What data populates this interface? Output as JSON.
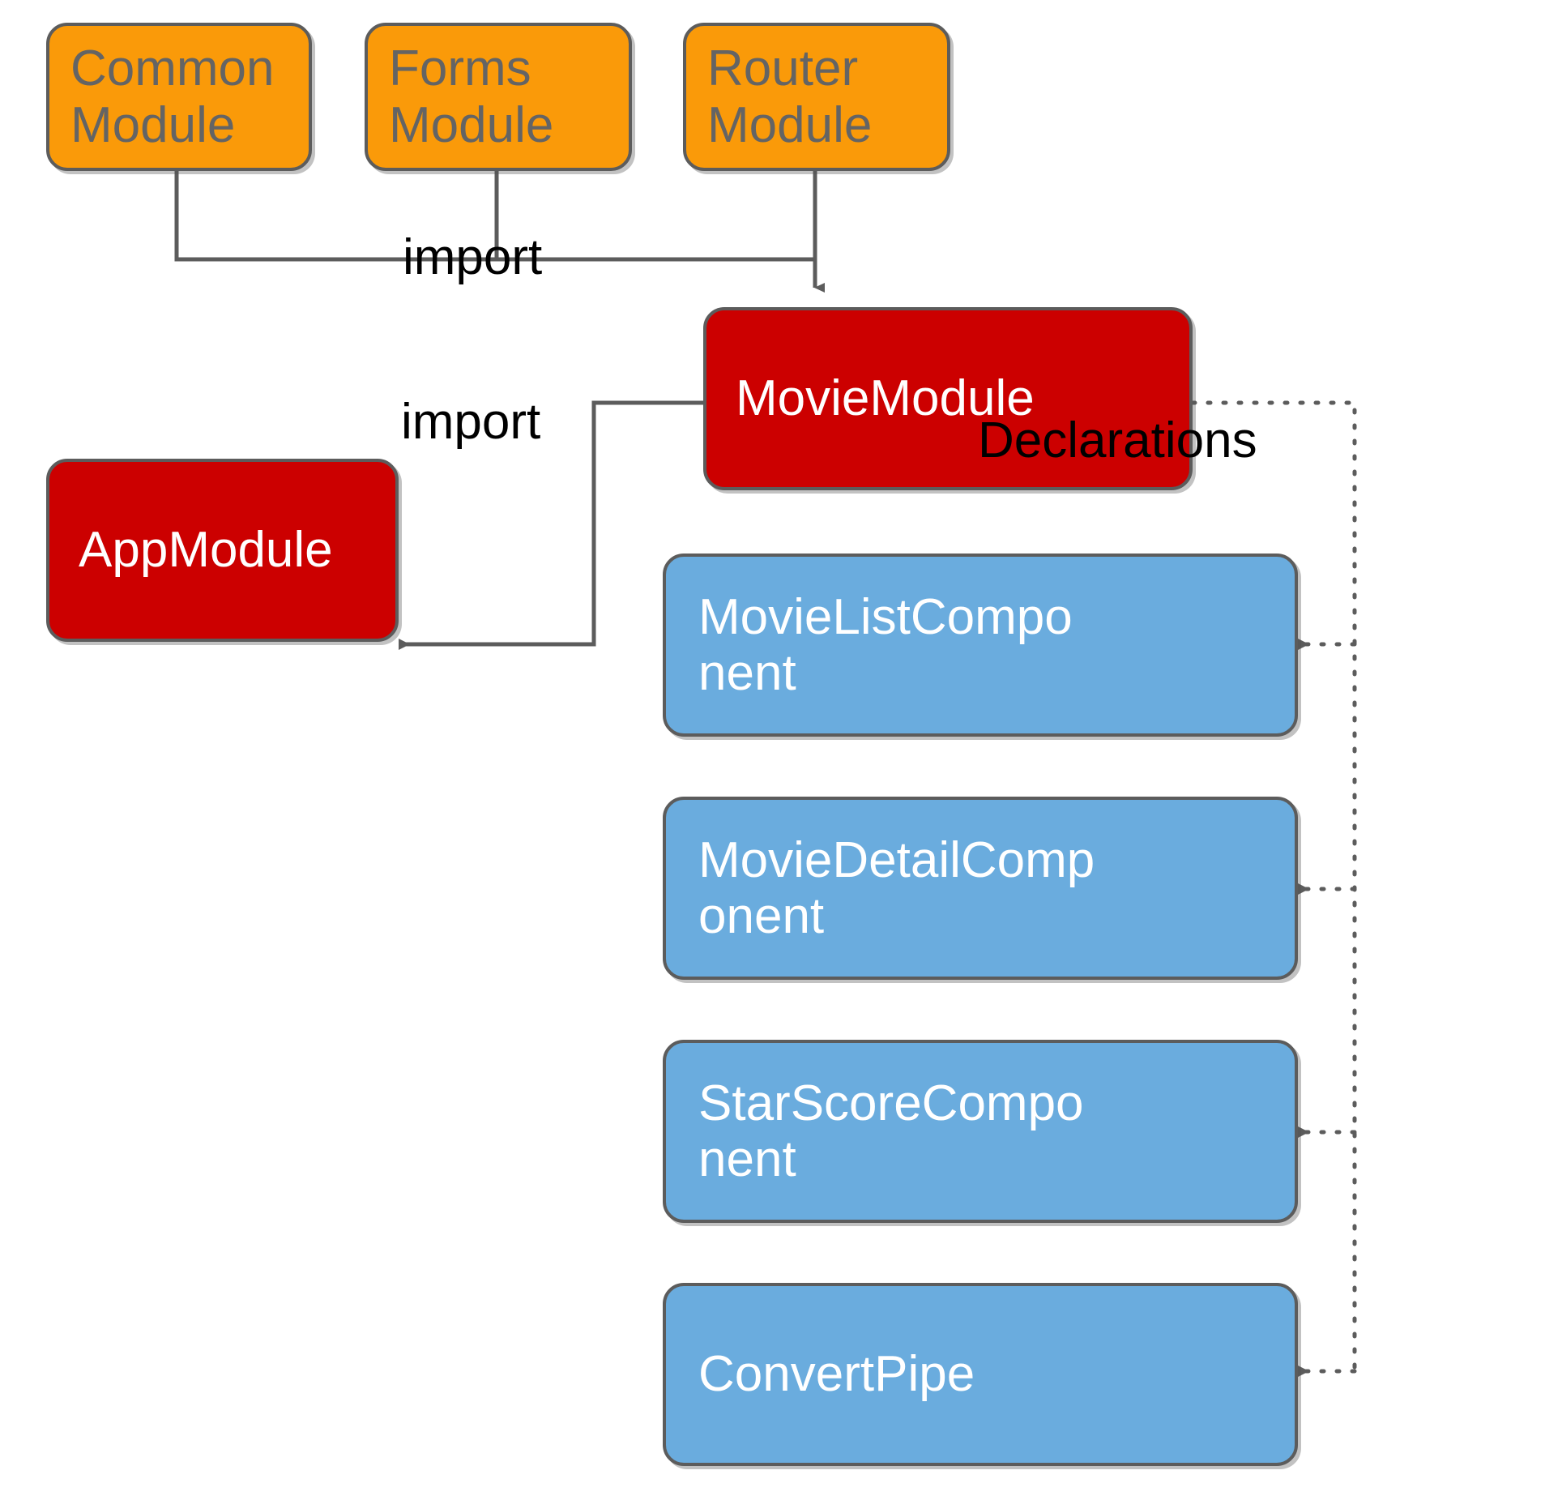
{
  "diagram": {
    "title": "Angular MovieModule architecture",
    "colors": {
      "module_orange": "#FA9A09",
      "module_red": "#CC0000",
      "component_blue": "#6AACDE",
      "border_gray": "#5C5C5C",
      "edge_gray": "#5C5C5C",
      "text_gray": "#646464",
      "text_white": "#FFFFFF",
      "text_black": "#000000",
      "background": "#FFFFFF"
    },
    "nodes": [
      {
        "id": "common-module",
        "label": "Common\nModule",
        "kind": "external-module",
        "color": "#FA9A09"
      },
      {
        "id": "forms-module",
        "label": "Forms\nModule",
        "kind": "external-module",
        "color": "#FA9A09"
      },
      {
        "id": "router-module",
        "label": "Router\nModule",
        "kind": "external-module",
        "color": "#FA9A09"
      },
      {
        "id": "movie-module",
        "label": "MovieModule",
        "kind": "feature-module",
        "color": "#CC0000"
      },
      {
        "id": "app-module",
        "label": "AppModule",
        "kind": "root-module",
        "color": "#CC0000"
      },
      {
        "id": "movie-list-component",
        "label": "MovieListCompo\nnent",
        "kind": "component",
        "color": "#6AACDE"
      },
      {
        "id": "movie-detail-component",
        "label": "MovieDetailComp\nonent",
        "kind": "component",
        "color": "#6AACDE"
      },
      {
        "id": "star-score-component",
        "label": "StarScoreCompo\nnent",
        "kind": "component",
        "color": "#6AACDE"
      },
      {
        "id": "convert-pipe",
        "label": "ConvertPipe",
        "kind": "pipe",
        "color": "#6AACDE"
      }
    ],
    "edges": [
      {
        "id": "import-into-moviemodule",
        "label": "import",
        "from": [
          "common-module",
          "forms-module",
          "router-module"
        ],
        "to": "movie-module",
        "style": "solid",
        "arrow": "filled"
      },
      {
        "id": "import-into-appmodule",
        "label": "import",
        "from": [
          "movie-module"
        ],
        "to": "app-module",
        "style": "solid",
        "arrow": "filled"
      },
      {
        "id": "declarations",
        "label": "Declarations",
        "from": [
          "movie-module"
        ],
        "to": [
          "movie-list-component",
          "movie-detail-component",
          "star-score-component",
          "convert-pipe"
        ],
        "style": "dotted",
        "arrow": "filled"
      }
    ],
    "labels": {
      "import_top": "import",
      "import_mid": "import",
      "declarations": "Declarations"
    }
  }
}
